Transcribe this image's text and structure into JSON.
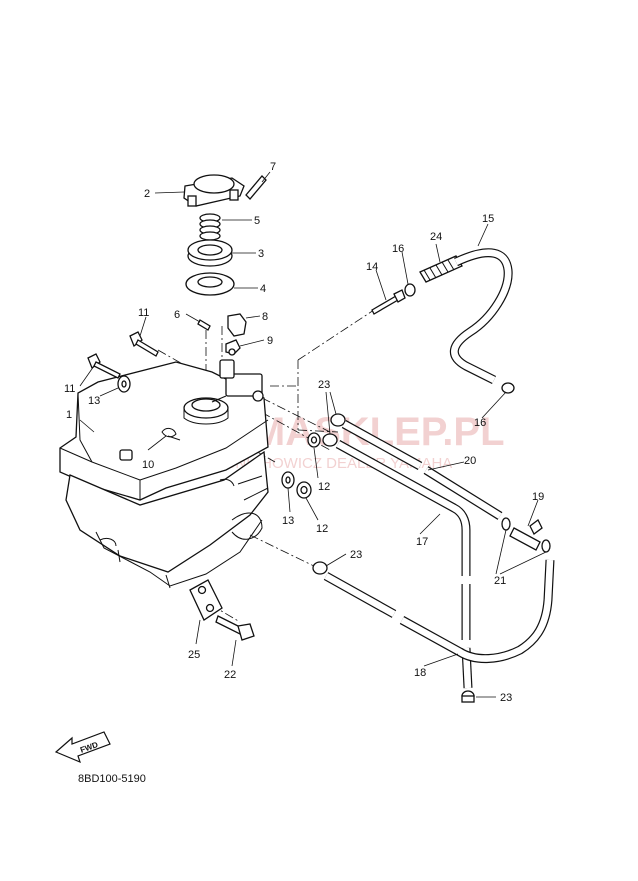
{
  "diagram_code": "8BD100-5190",
  "fwd_label": "FWD",
  "watermark": {
    "brand": "YAMASKLEP.PL",
    "tagline": "WOJNICHOWICZ DEALER YAMAHA"
  },
  "callouts": [
    "1",
    "2",
    "3",
    "4",
    "5",
    "6",
    "7",
    "8",
    "9",
    "10",
    "11",
    "11",
    "12",
    "12",
    "13",
    "13",
    "14",
    "15",
    "16",
    "16",
    "17",
    "18",
    "19",
    "20",
    "21",
    "22",
    "23",
    "23",
    "23",
    "24",
    "25"
  ]
}
